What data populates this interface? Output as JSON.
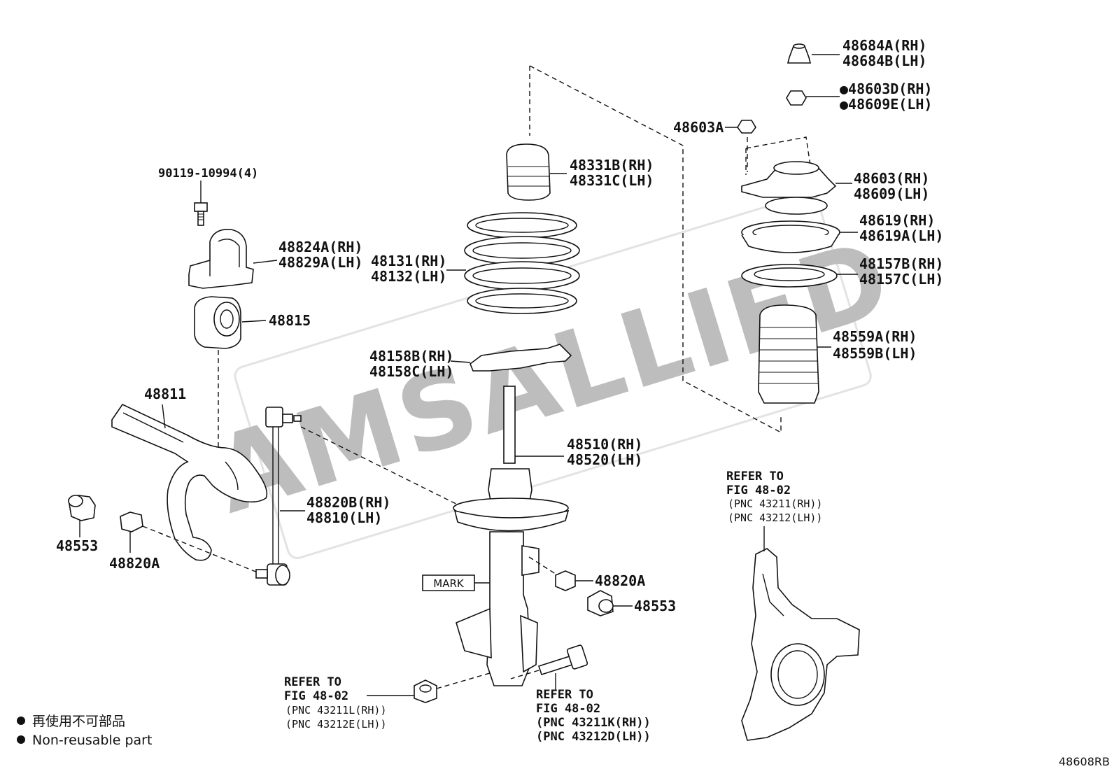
{
  "watermark": "AMSALLIED",
  "parts": {
    "p48684a": "48684A(RH)",
    "p48684b": "48684B(LH)",
    "p48603d": "●48603D(RH)",
    "p48609e": "●48609E(LH)",
    "p48603a": "48603A",
    "p90119": "90119-10994(4)",
    "p48331b": "48331B(RH)",
    "p48331c": "48331C(LH)",
    "p48603": "48603(RH)",
    "p48609": "48609(LH)",
    "p48824a": "48824A(RH)",
    "p48829a": "48829A(LH)",
    "p48131": "48131(RH)",
    "p48132": "48132(LH)",
    "p48619": "48619(RH)",
    "p48619a": "48619A(LH)",
    "p48157b": "48157B(RH)",
    "p48157c": "48157C(LH)",
    "p48815": "48815",
    "p48559a": "48559A(RH)",
    "p48559b": "48559B(LH)",
    "p48158b": "48158B(RH)",
    "p48158c": "48158C(LH)",
    "p48811": "48811",
    "p48510": "48510(RH)",
    "p48520": "48520(LH)",
    "p48820b": "48820B(RH)",
    "p48810": "48810(LH)",
    "p48553_left": "48553",
    "p48820a_left": "48820A",
    "p48820a_right": "48820A",
    "p48553_right": "48553"
  },
  "mark_label": "MARK",
  "refs": {
    "knuckle": {
      "line1": "REFER TO",
      "line2": "FIG 48-02",
      "pnc1": "(PNC 43211(RH))",
      "pnc2": "(PNC 43212(LH))"
    },
    "nut": {
      "line1": "REFER TO",
      "line2": "FIG 48-02",
      "pnc1": "(PNC 43211L(RH))",
      "pnc2": "(PNC 43212E(LH))"
    },
    "bolt": {
      "line1": "REFER TO",
      "line2": "FIG 48-02",
      "pnc1": "(PNC 43211K(RH))",
      "pnc2": "(PNC 43212D(LH))"
    }
  },
  "legend": {
    "japanese": "再使用不可部品",
    "english": "Non-reusable part"
  },
  "figure_code": "48608RB"
}
